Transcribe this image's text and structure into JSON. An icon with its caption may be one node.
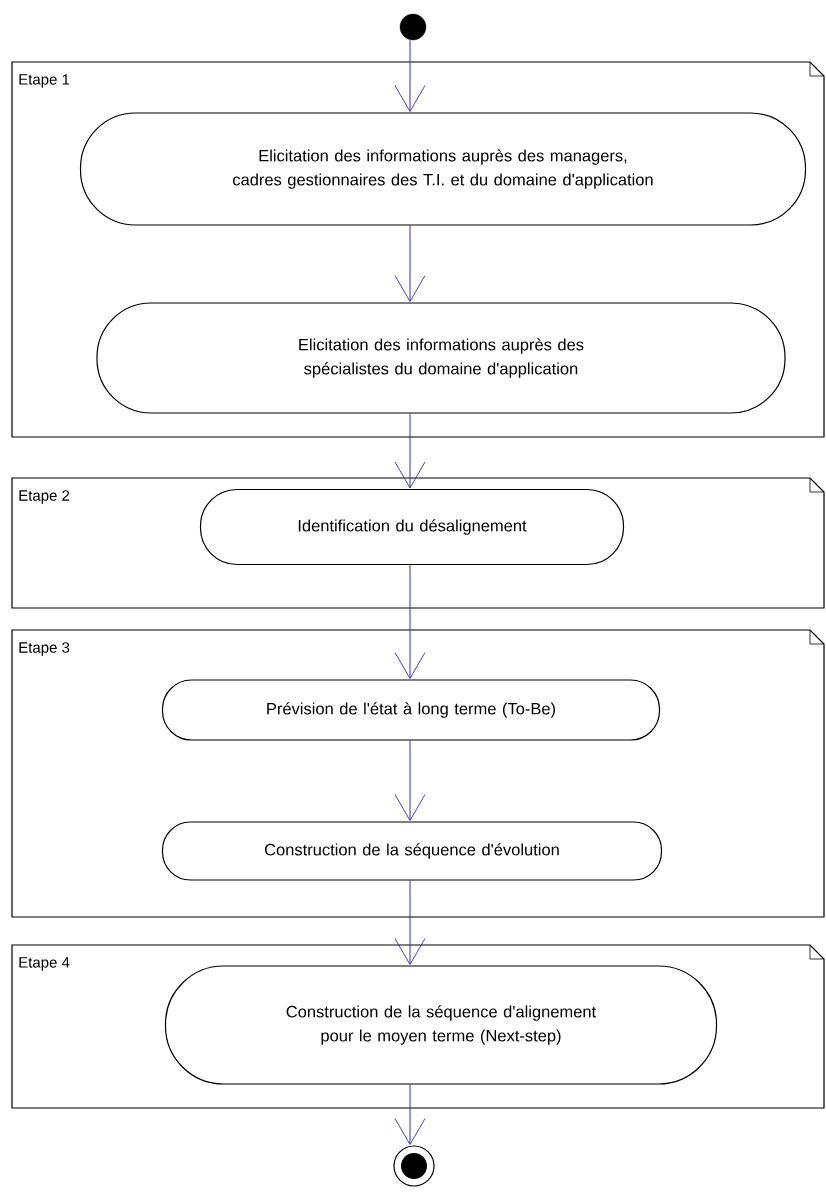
{
  "diagram": {
    "nodes": [
      {
        "text": [],
        "shape": "circle"
      },
      {
        "text": [
          "Etape 1"
        ]
      },
      {
        "text": [
          "Elicitation des informations auprès des managers, cadres gestionnaires des T.I. et du domaine d'application"
        ],
        "in": 1
      },
      {
        "text": [
          "Elicitation des informations auprès des spécialistes du domaine d'application"
        ],
        "in": 1
      },
      {
        "text": [
          "Etape 2"
        ]
      },
      {
        "text": [
          "Identification du désalignement"
        ],
        "in": 4
      },
      {
        "text": [
          "Etape 3"
        ]
      },
      {
        "text": [
          "Prévision de l'état à long terme (To-Be)"
        ],
        "in": 6
      },
      {
        "text": [
          "Construction de la séquence d'évolution"
        ],
        "in": 6
      },
      {
        "text": [
          "Etape 4"
        ]
      },
      {
        "text": [
          "Construction de la séquence d'alignement pour le moyen terme (Next-step)"
        ],
        "in": 9
      },
      {
        "text": [],
        "shape": "circle"
      }
    ],
    "edges": [
      {
        "from": 0,
        "to": 2,
        "arrow": "to"
      },
      {
        "from": 2,
        "to": 3,
        "arrow": "to"
      },
      {
        "from": 3,
        "to": 5,
        "arrow": "to"
      },
      {
        "from": 5,
        "to": 7,
        "arrow": "to"
      },
      {
        "from": 7,
        "to": 8,
        "arrow": "to"
      },
      {
        "from": 8,
        "to": 10,
        "arrow": "to"
      },
      {
        "from": 10,
        "to": 11,
        "arrow": "to"
      }
    ]
  }
}
